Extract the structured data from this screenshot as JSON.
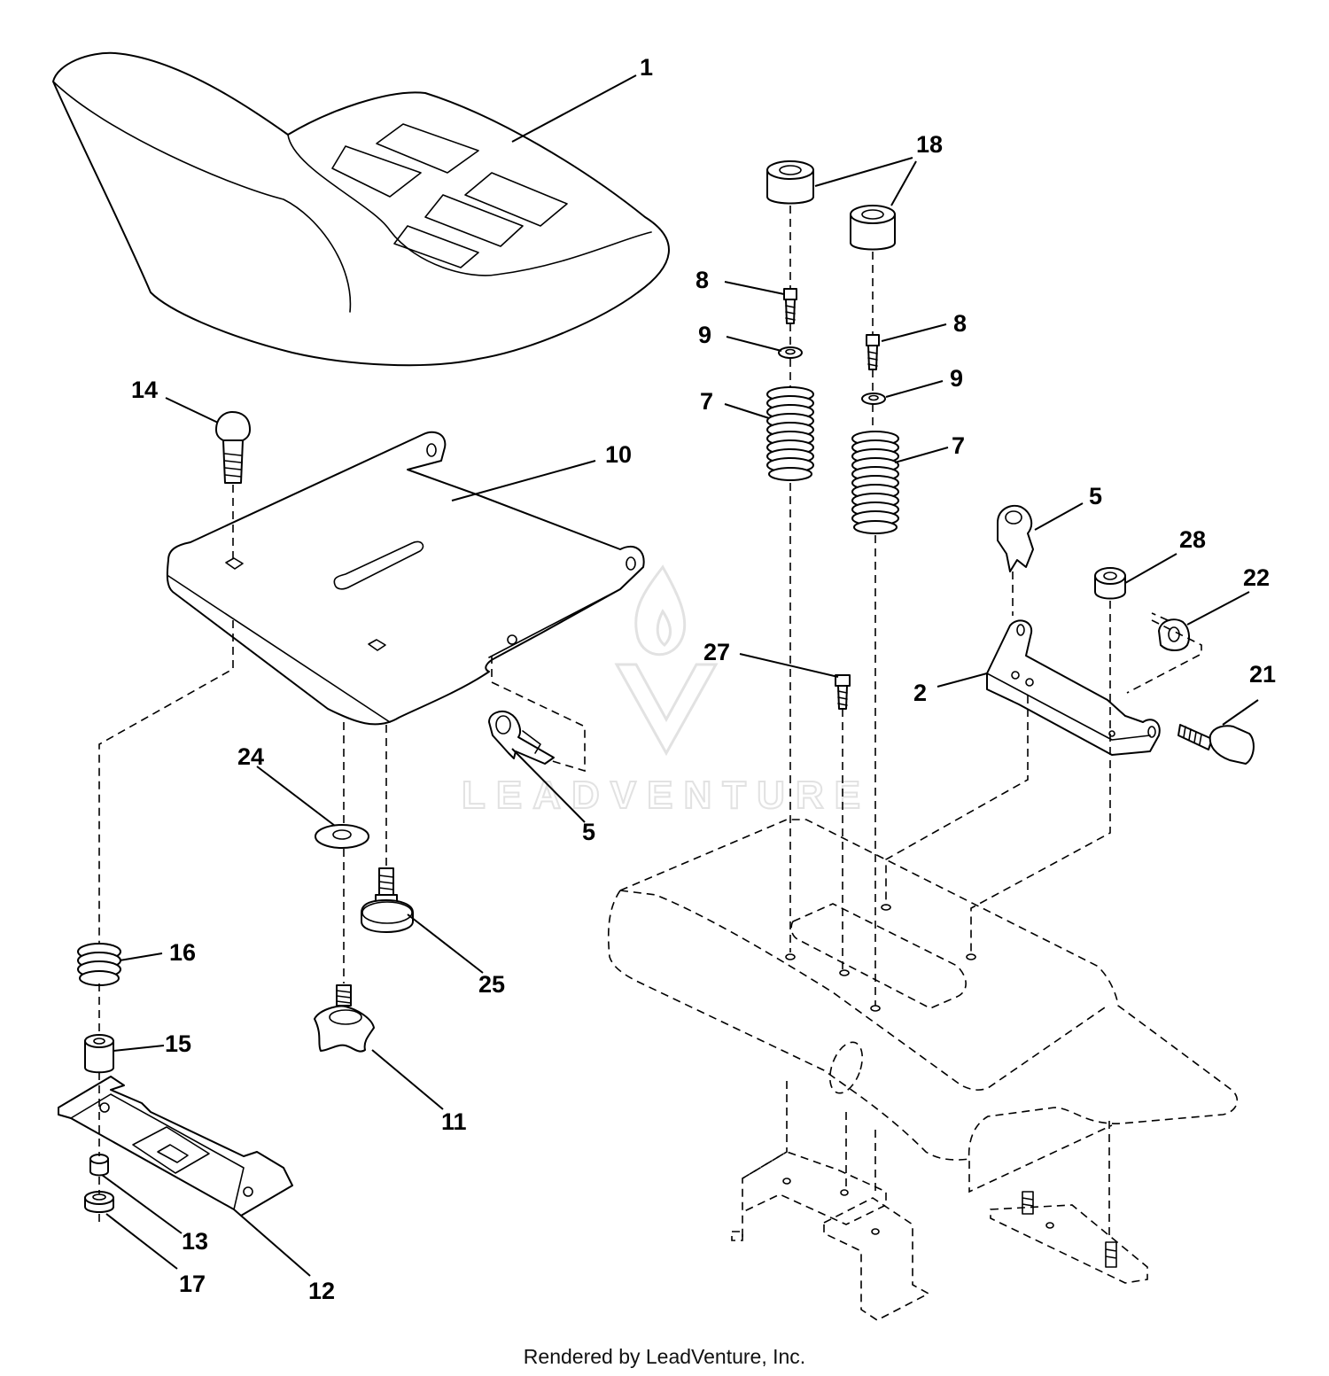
{
  "diagram": {
    "callouts": [
      {
        "label": "1"
      },
      {
        "label": "18"
      },
      {
        "label": "8"
      },
      {
        "label": "8"
      },
      {
        "label": "9"
      },
      {
        "label": "9"
      },
      {
        "label": "14"
      },
      {
        "label": "10"
      },
      {
        "label": "7"
      },
      {
        "label": "7"
      },
      {
        "label": "5"
      },
      {
        "label": "28"
      },
      {
        "label": "22"
      },
      {
        "label": "27"
      },
      {
        "label": "2"
      },
      {
        "label": "21"
      },
      {
        "label": "24"
      },
      {
        "label": "5"
      },
      {
        "label": "16"
      },
      {
        "label": "25"
      },
      {
        "label": "15"
      },
      {
        "label": "11"
      },
      {
        "label": "13"
      },
      {
        "label": "17"
      },
      {
        "label": "12"
      }
    ]
  },
  "watermark": {
    "text": "LEADVENTURE",
    "logo_icon": "leadventure-flame-v-logo"
  },
  "footer": {
    "credit": "Rendered by LeadVenture, Inc."
  }
}
